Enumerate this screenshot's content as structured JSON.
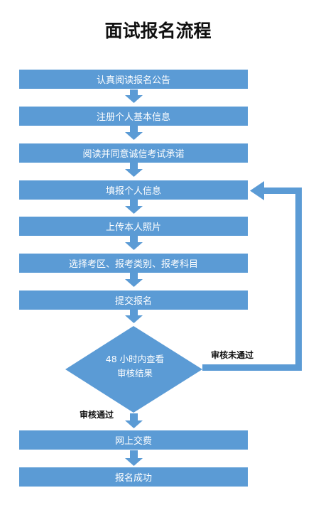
{
  "title": "面试报名流程",
  "steps": [
    "认真阅读报名公告",
    "注册个人基本信息",
    "阅读并同意诚信考试承诺",
    "填报个人信息",
    "上传本人照片",
    "选择考区、报考类别、报考科目",
    "提交报名"
  ],
  "decision": {
    "line1": "48 小时内查看",
    "line2": "审核结果"
  },
  "labels": {
    "fail": "审核未通过",
    "pass": "审核通过"
  },
  "final_steps": [
    "网上交费",
    "报名成功"
  ],
  "colors": {
    "box": "#5b9bd5",
    "arrow": "#5b9bd5",
    "text_on_box": "#ffffff"
  }
}
